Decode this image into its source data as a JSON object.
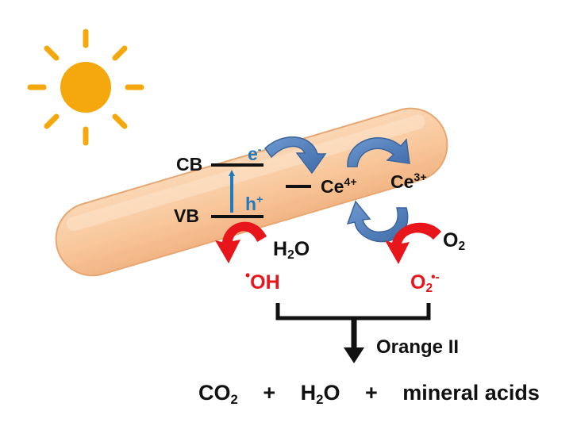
{
  "colors": {
    "sun": "#f5a80d",
    "rod_fill": "#f8c79b",
    "rod_edge": "#e7a773",
    "band_line": "#111111",
    "excitation_arrow": "#1f7bc0",
    "cycle_arrow": "#4a79b7",
    "reaction_arrow": "#e8151b",
    "label_black": "#111111",
    "label_blue": "#1f7bc0",
    "label_red": "#e8151b"
  },
  "icons": {
    "sun": "sun-icon"
  },
  "labels": {
    "cb": "CB",
    "vb": "VB",
    "electron": {
      "base": "e",
      "sup": "-"
    },
    "hole": {
      "base": "h",
      "sup": "+"
    },
    "ce4": {
      "base": "Ce",
      "sup": "4+"
    },
    "ce3": {
      "base": "Ce",
      "sup": "3+"
    },
    "h2o_top": {
      "a": "H",
      "sub": "2",
      "b": "O"
    },
    "o2": {
      "a": "O",
      "sub": "2"
    },
    "hydroxyl": {
      "dot": "•",
      "base": "OH"
    },
    "superoxide": {
      "a": "O",
      "sub": "2",
      "sup": "•-"
    },
    "dye": "Orange II",
    "products": {
      "co2": {
        "a": "CO",
        "sub": "2"
      },
      "plus1": "+",
      "h2o": {
        "a": "H",
        "sub": "2",
        "b": "O"
      },
      "plus2": "+",
      "acids": "mineral acids"
    }
  }
}
